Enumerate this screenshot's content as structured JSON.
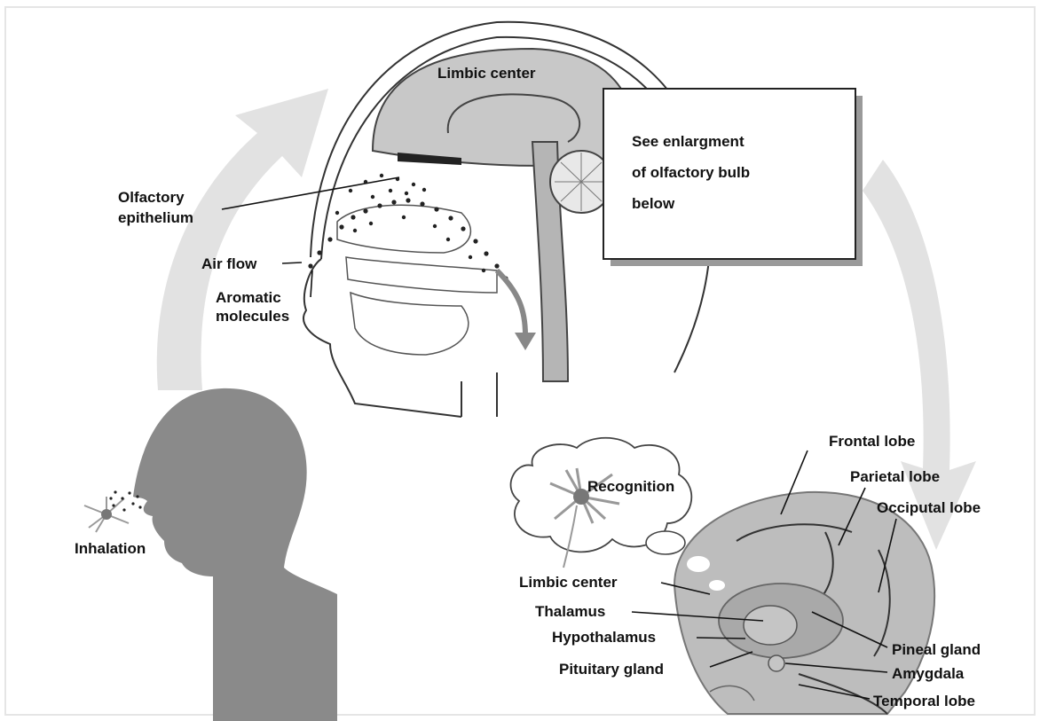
{
  "labels": {
    "limbic_center_top": "Limbic center",
    "olfactory_line1": "Olfactory",
    "olfactory_line2": "epithelium",
    "air_flow": "Air flow",
    "aromatic_line1": "Aromatic",
    "aromatic_line2": "molecules",
    "inhalation": "Inhalation",
    "recognition": "Recognition",
    "frontal_lobe": "Frontal lobe",
    "parietal_lobe": "Parietal lobe",
    "occipital_lobe": "Occiputal lobe",
    "limbic_center_bottom": "Limbic center",
    "thalamus": "Thalamus",
    "hypothalamus": "Hypothalamus",
    "pituitary_gland": "Pituitary gland",
    "pineal_gland": "Pineal gland",
    "amygdala": "Amygdala",
    "temporal_lobe": "Temporal lobe"
  },
  "note_box": {
    "line1": "See enlargment",
    "line2": "of olfactory bulb",
    "line3": "below"
  },
  "colors": {
    "arrow_gray": "#e2e2e2",
    "head_gray": "#8a8a8a",
    "brain_gray": "#bdbdbd",
    "brain_inner": "#a9a9a9",
    "skull_fill": "#c8c8c8"
  }
}
